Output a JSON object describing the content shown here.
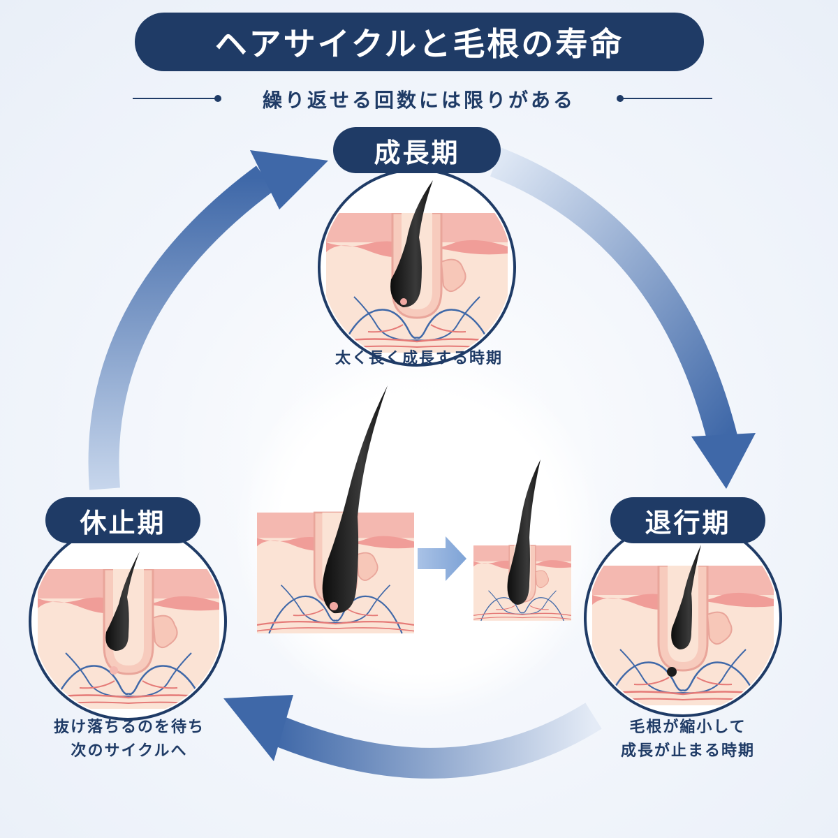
{
  "title": "ヘアサイクルと毛根の寿命",
  "subtitle": "繰り返せる回数には限りがある",
  "phases": {
    "growth": {
      "label": "成長期",
      "caption": "太く長く成長する時期"
    },
    "regression": {
      "label": "退行期",
      "caption_line1": "毛根が縮小して",
      "caption_line2": "成長が止まる時期"
    },
    "rest": {
      "label": "休止期",
      "caption_line1": "抜け落ちるのを待ち",
      "caption_line2": "次のサイクルへ"
    }
  },
  "colors": {
    "navy": "#1f3b66",
    "arrow_blue": "#3f68a8",
    "skin": "#fbe1d3",
    "skin_pink": "#f2a9a3",
    "hair": "#1c1c1c"
  }
}
